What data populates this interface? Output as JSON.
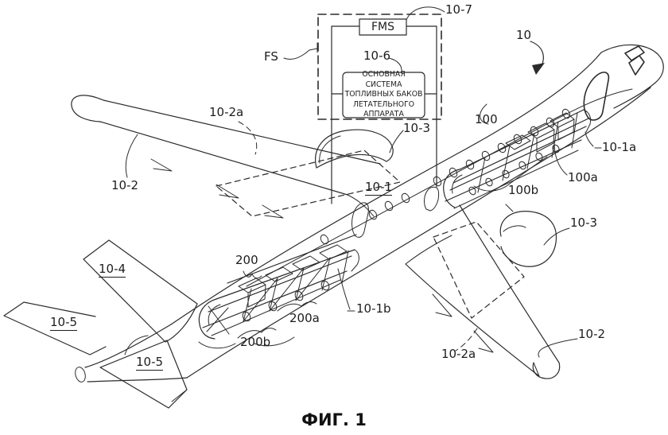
{
  "colors": {
    "ink": "#1d1d1d",
    "paper": "#ffffff"
  },
  "caption": "ФИГ. 1",
  "fms_unit": {
    "boundary_label": "FS",
    "fms_label": "FMS",
    "system_name_lines": [
      "ОСНОВНАЯ СИСТЕМА",
      "ТОПЛИВНЫХ БАКОВ",
      "ЛЕТАТЕЛЬНОГО",
      "АППАРАТА"
    ]
  },
  "refs": {
    "aircraft": "10",
    "fuselage": "10-1",
    "fuselage_fwd": "10-1a",
    "fuselage_aft": "10-1b",
    "wing_left": "10-2",
    "wing_right": "10-2",
    "wing_tank_left": "10-2a",
    "wing_tank_right": "10-2a",
    "engine_left": "10-3",
    "engine_right": "10-3",
    "vertical_stabilizer": "10-4",
    "horizontal_stabilizer_left": "10-5",
    "horizontal_stabilizer_right": "10-5",
    "system_unit": "10-6",
    "fms": "10-7",
    "fwd_tank": "100",
    "fwd_tank_a": "100a",
    "fwd_tank_b": "100b",
    "aft_tank": "200",
    "aft_tank_a": "200a",
    "aft_tank_b": "200b"
  }
}
